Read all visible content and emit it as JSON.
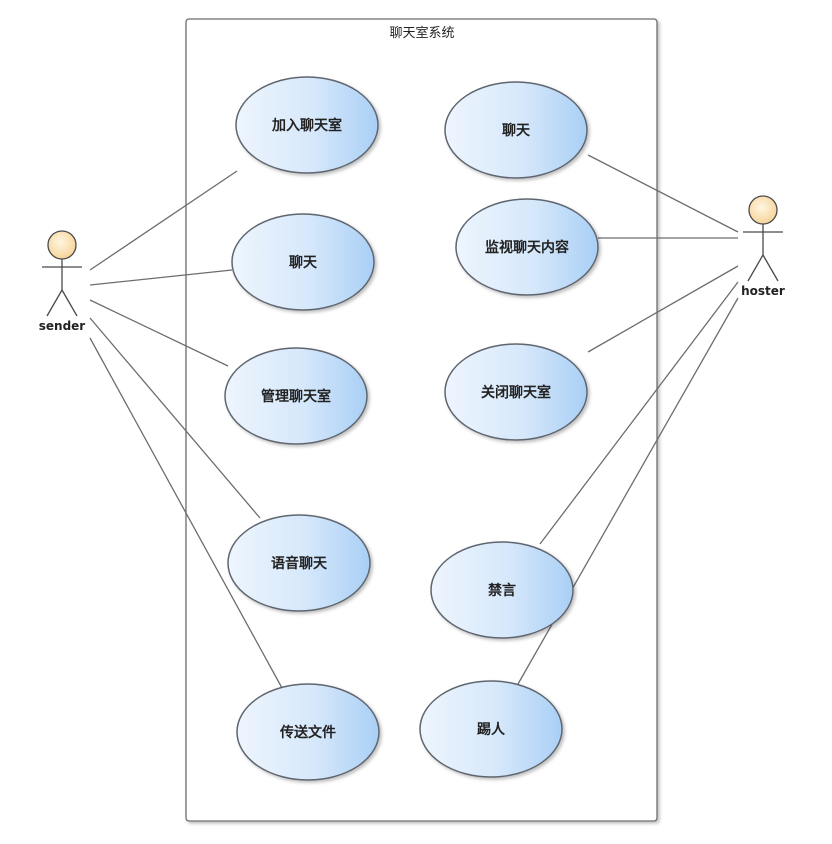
{
  "system": {
    "title": "聊天室系统"
  },
  "actors": {
    "sender": {
      "label": "sender"
    },
    "hoster": {
      "label": "hoster"
    }
  },
  "use_cases": {
    "join_room": "加入聊天室",
    "chat_left": "聊天",
    "manage_room": "管理聊天室",
    "voice_chat": "语音聊天",
    "send_file": "传送文件",
    "chat_right": "聊天",
    "monitor_chat": "监视聊天内容",
    "close_room": "关闭聊天室",
    "mute": "禁言",
    "kick": "踢人"
  },
  "associations": [
    {
      "actor": "sender",
      "use_case": "join_room"
    },
    {
      "actor": "sender",
      "use_case": "chat_left"
    },
    {
      "actor": "sender",
      "use_case": "manage_room"
    },
    {
      "actor": "sender",
      "use_case": "voice_chat"
    },
    {
      "actor": "sender",
      "use_case": "send_file"
    },
    {
      "actor": "hoster",
      "use_case": "chat_right"
    },
    {
      "actor": "hoster",
      "use_case": "monitor_chat"
    },
    {
      "actor": "hoster",
      "use_case": "close_room"
    },
    {
      "actor": "hoster",
      "use_case": "mute"
    },
    {
      "actor": "hoster",
      "use_case": "kick"
    }
  ]
}
